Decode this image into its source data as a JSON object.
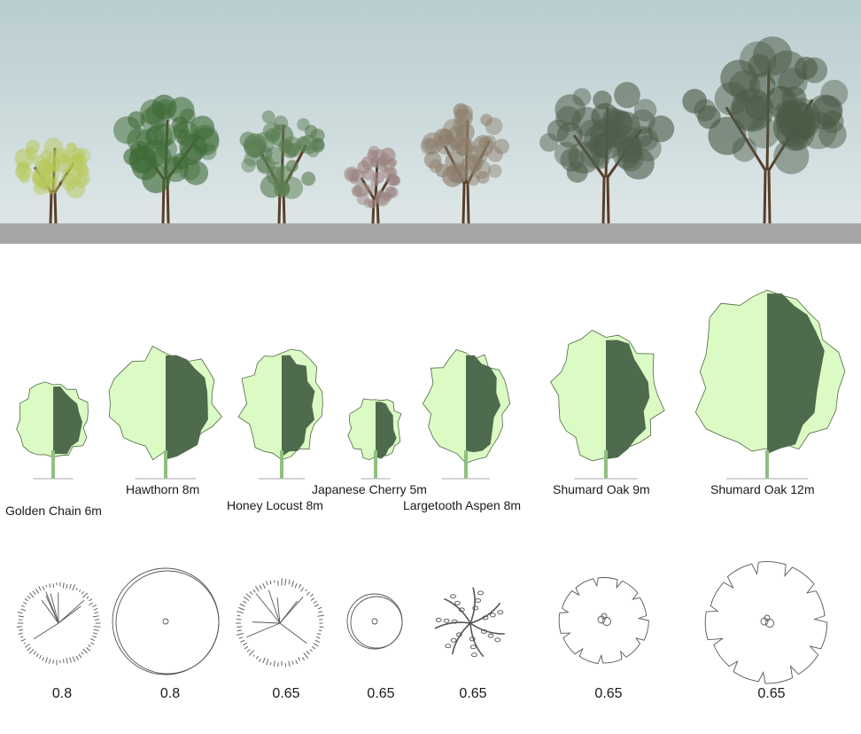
{
  "colors": {
    "sky_top": "#b9cdcf",
    "sky_bottom": "#dde6e7",
    "ground": "#a6a6a6",
    "canopy_light": "#dcfac4",
    "canopy_dark": "#4f6b4d",
    "trunk": "#5a3f2a",
    "plan_stroke": "#555555"
  },
  "trees": [
    {
      "label": "Golden Chain 6m",
      "value": "0.8",
      "plan_icon": "radial-branch-plan-icon",
      "foliage": "#b7c95a"
    },
    {
      "label": "Hawthorn 8m",
      "value": "0.8",
      "plan_icon": "double-circle-plan-icon",
      "foliage": "#3f6b37"
    },
    {
      "label": "Honey Locust 8m",
      "value": "0.65",
      "plan_icon": "radial-branch-plan-icon",
      "foliage": "#5a7d52"
    },
    {
      "label": "Japanese Cherry 5m",
      "value": "0.65",
      "plan_icon": "small-circle-plan-icon",
      "foliage": "#9c8480"
    },
    {
      "label": "Largetooth Aspen 8m",
      "value": "0.65",
      "plan_icon": "leafy-branch-plan-icon",
      "foliage": "#8c7c6a"
    },
    {
      "label": "Shumard Oak 9m",
      "value": "0.65",
      "plan_icon": "notched-crown-plan-icon",
      "foliage": "#4d5d4a"
    },
    {
      "label": "Shumard Oak 12m",
      "value": "0.65",
      "plan_icon": "notched-crown-plan-icon",
      "foliage": "#4a5a45"
    }
  ]
}
